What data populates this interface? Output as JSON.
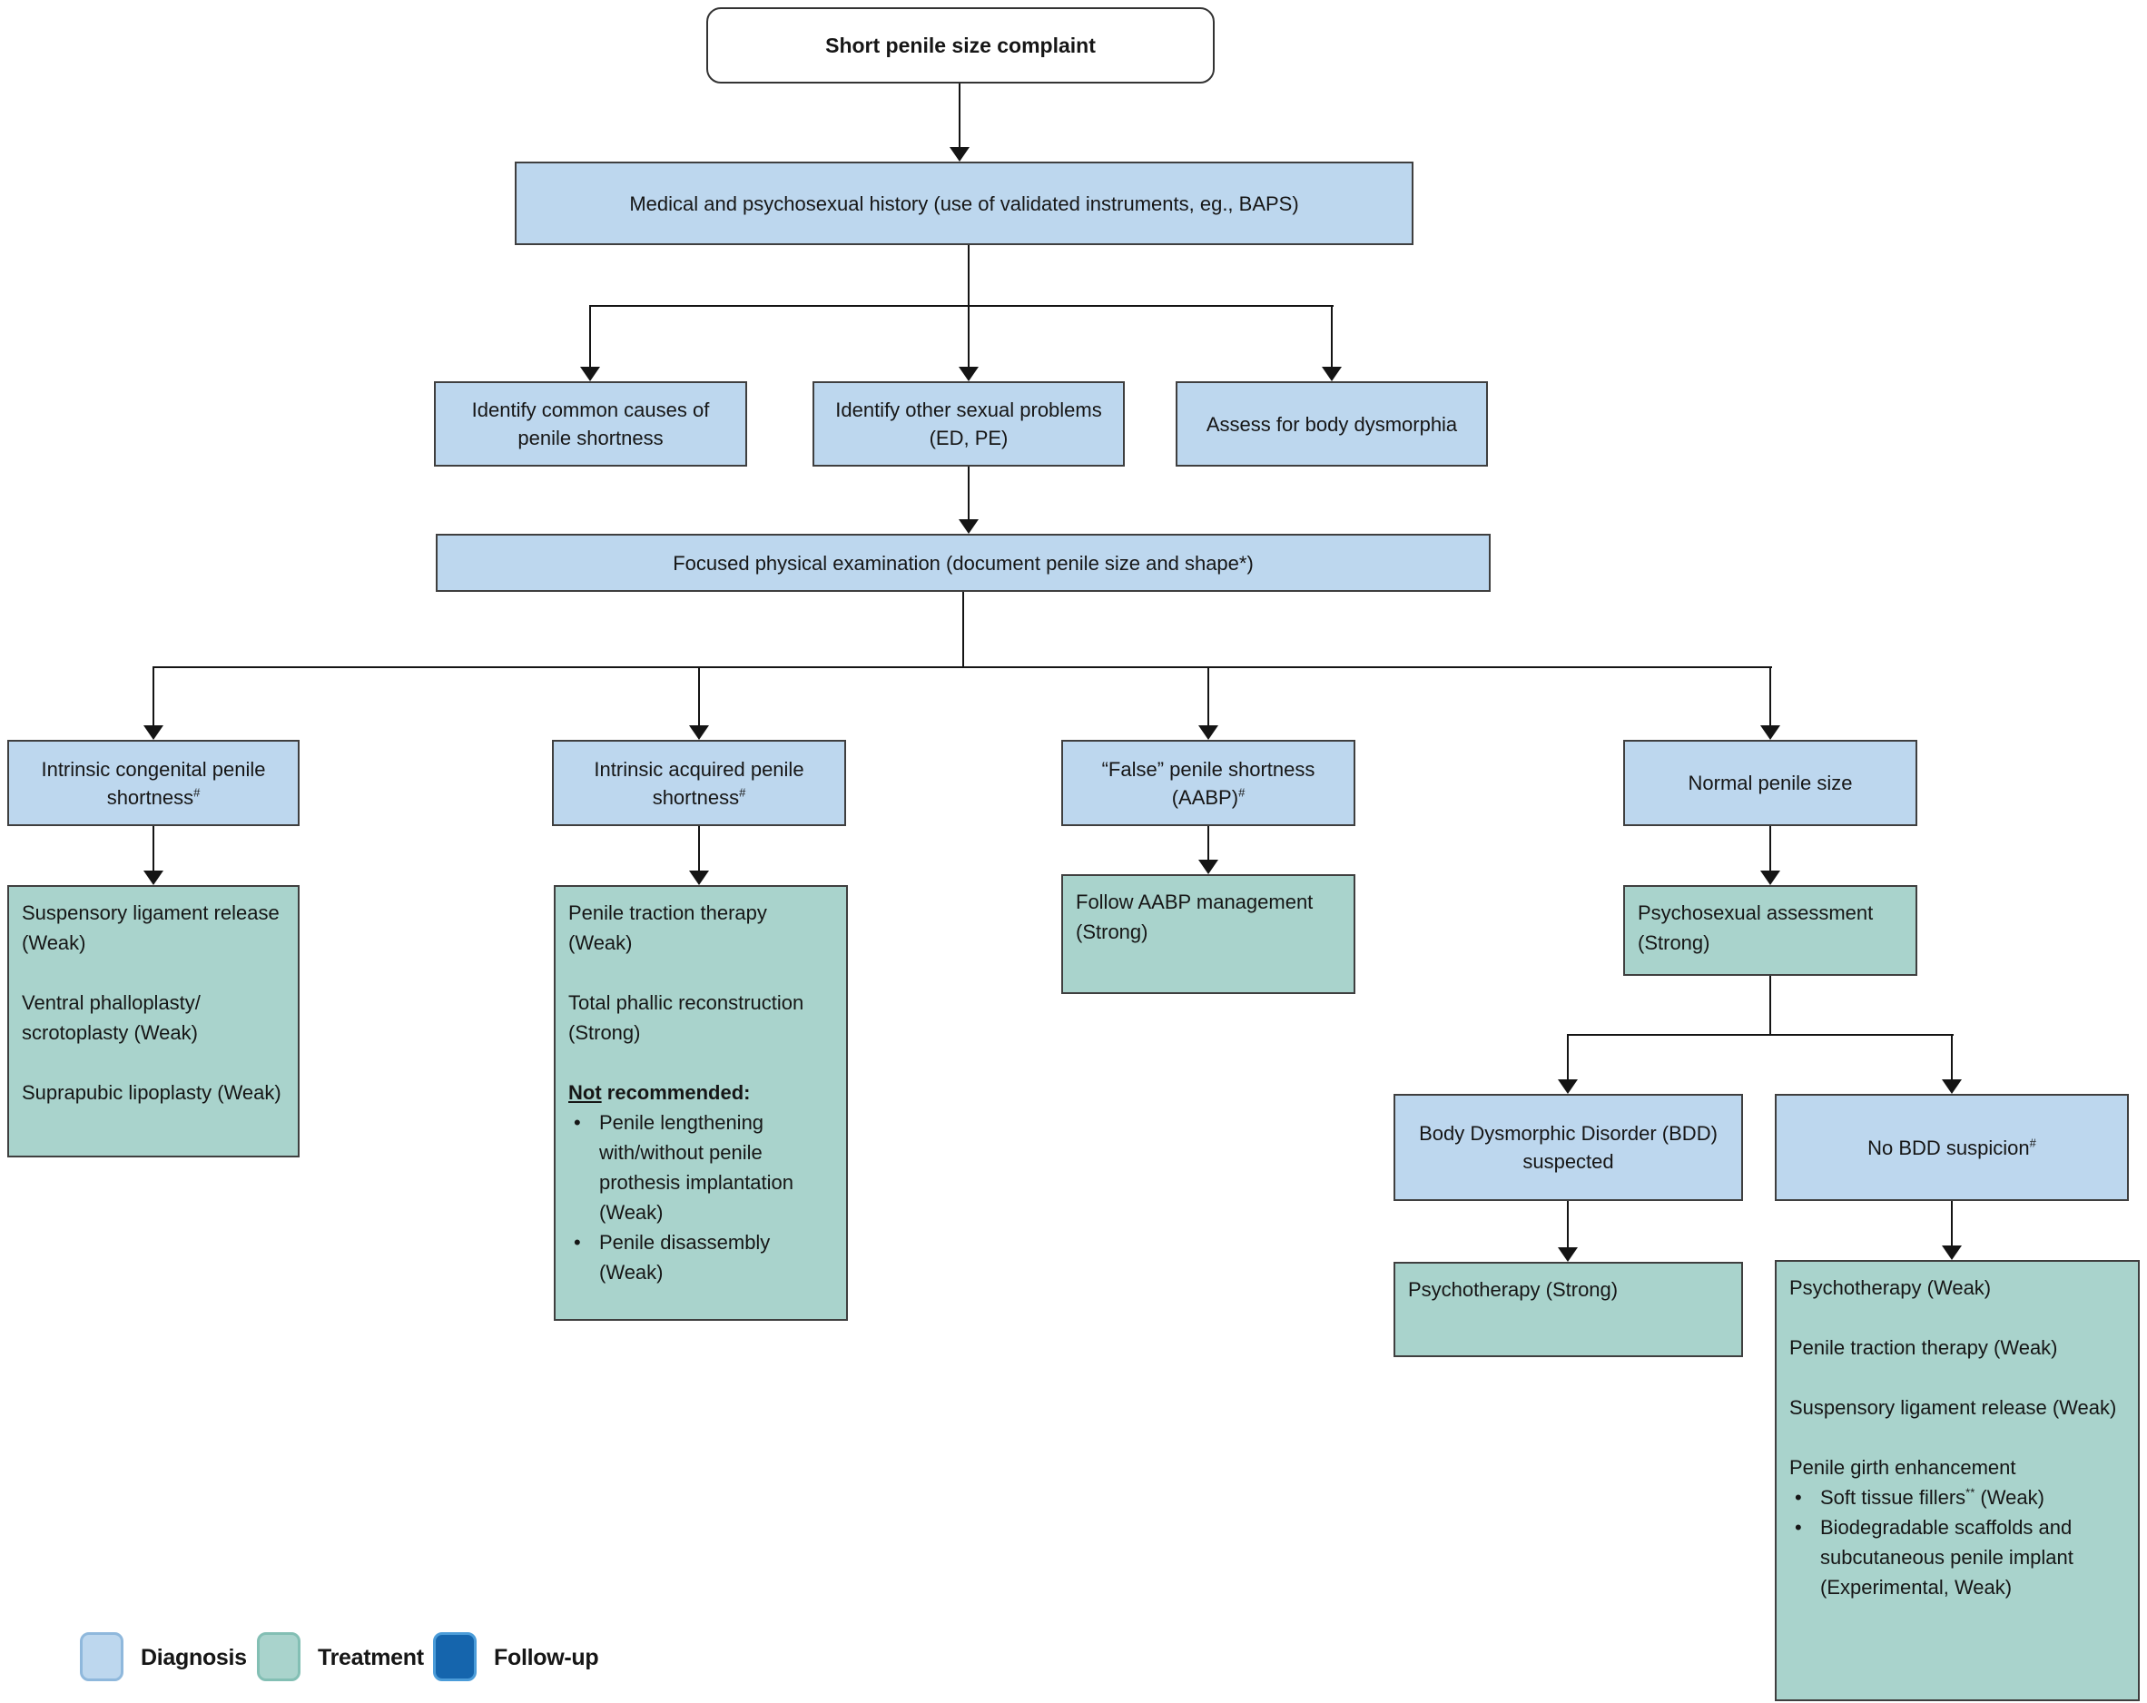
{
  "colors": {
    "diagnosis_fill": "#BDD7EE",
    "treatment_fill": "#A9D3CC",
    "followup_fill": "#1565AD",
    "box_border": "#3F3F3F",
    "line": "#141414"
  },
  "nodes": {
    "root": "Short penile size complaint",
    "history": "Medical and psychosexual history (use of validated instruments, eg., BAPS)",
    "identify_causes": "Identify common causes of penile shortness",
    "identify_sexual": "Identify other sexual problems (ED, PE)",
    "assess_dysmorphia": "Assess for body dysmorphia",
    "physical_exam": "Focused physical examination (document penile size and shape*)",
    "congenital": {
      "text": "Intrinsic congenital penile shortness",
      "sup": "#"
    },
    "acquired": {
      "text": "Intrinsic acquired penile shortness",
      "sup": "#"
    },
    "false_shortness": {
      "text": "“False” penile shortness (AABP)",
      "sup": "#"
    },
    "normal": "Normal penile size",
    "congenital_tx": {
      "p1": "Suspensory ligament release (Weak)",
      "p2": "Ventral phalloplasty/ scrotoplasty (Weak)",
      "p3": "Suprapubic lipoplasty (Weak)"
    },
    "acquired_tx": {
      "p1": "Penile traction therapy (Weak)",
      "p2": "Total phallic reconstruction (Strong)",
      "not_word": "Not",
      "not_rest": " recommended:",
      "b1": "Penile lengthening with/without penile prothesis implantation (Weak)",
      "b2": "Penile disassembly (Weak)"
    },
    "aabp_tx": "Follow AABP management (Strong)",
    "psychosexual": "Psychosexual assessment (Strong)",
    "bdd_suspected": "Body Dysmorphic Disorder (BDD) suspected",
    "no_bdd": {
      "text": "No BDD suspicion",
      "sup": "#"
    },
    "psychotherapy_strong": "Psychotherapy (Strong)",
    "no_bdd_tx": {
      "p1": "Psychotherapy (Weak)",
      "p2": "Penile traction therapy (Weak)",
      "p3": "Suspensory ligament release (Weak)",
      "p4": "Penile girth enhancement",
      "b1_pre": "Soft tissue fillers",
      "b1_sup": "**",
      "b1_post": " (Weak)",
      "b2": "Biodegradable scaffolds and subcutaneous penile implant (Experimental, Weak)"
    }
  },
  "legend": {
    "items": [
      {
        "label": "Diagnosis"
      },
      {
        "label": "Treatment"
      },
      {
        "label": "Follow-up"
      }
    ]
  }
}
